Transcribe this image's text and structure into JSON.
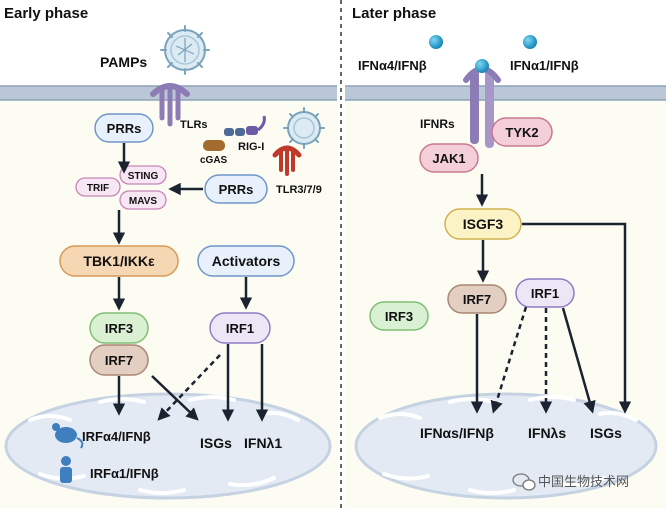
{
  "phases": {
    "early": "Early phase",
    "later": "Later phase"
  },
  "early": {
    "pamps": "PAMPs",
    "tlrs": "TLRs",
    "prrs_top": "PRRs",
    "cgas": "cGAS",
    "rigi": "RIG-I",
    "trif": "TRIF",
    "sting": "STING",
    "mavs": "MAVS",
    "prrs_mid": "PRRs",
    "tlr379": "TLR3/7/9",
    "tbk1": "TBK1/IKKε",
    "activators": "Activators",
    "irf3": "IRF3",
    "irf7": "IRF7",
    "irf1": "IRF1",
    "out_irfa4": "IRFα4/IFNβ",
    "out_irfa1": "IRFα1/IFNβ",
    "out_isgs": "ISGs",
    "out_ifnl1": "IFNλ1"
  },
  "later": {
    "ifna4": "IFNα4/IFNβ",
    "ifna1": "IFNα1/IFNβ",
    "ifnrs": "IFNRs",
    "tyk2": "TYK2",
    "jak1": "JAK1",
    "isgf3": "ISGF3",
    "irf3": "IRF3",
    "irf7": "IRF7",
    "irf1": "IRF1",
    "out_ifnas": "IFNαs/IFNβ",
    "out_ifnls": "IFNλs",
    "out_isgs": "ISGs"
  },
  "watermark": "中国生物技术网",
  "colors": {
    "membrane": "#b9c7d6",
    "membrane_line": "#8ea3b8",
    "receptor": "#8d7bb5",
    "cell_fill": "#fdfcf3",
    "nucleus_fill": "#e3eaf4",
    "nucleus_edge": "#c5d2e2",
    "node_blue": "#e8f0fb",
    "node_blue_edge": "#6f96c9",
    "node_pink": "#f7e6f3",
    "node_pink_edge": "#c786b6",
    "node_orange": "#f6d7b3",
    "node_orange_edge": "#d59a5a",
    "node_green": "#d9f0d3",
    "node_green_edge": "#7fbf72",
    "node_brown": "#e2cfc2",
    "node_brown_edge": "#a88673",
    "node_purple": "#ece6f7",
    "node_purple_edge": "#8f7bc4",
    "node_yellow": "#fbf2c6",
    "node_yellow_edge": "#d2b24c",
    "node_rose": "#f4cfd9",
    "node_rose_edge": "#c9788f",
    "arrow": "#1b2330",
    "ball": "#2aa9d6"
  }
}
